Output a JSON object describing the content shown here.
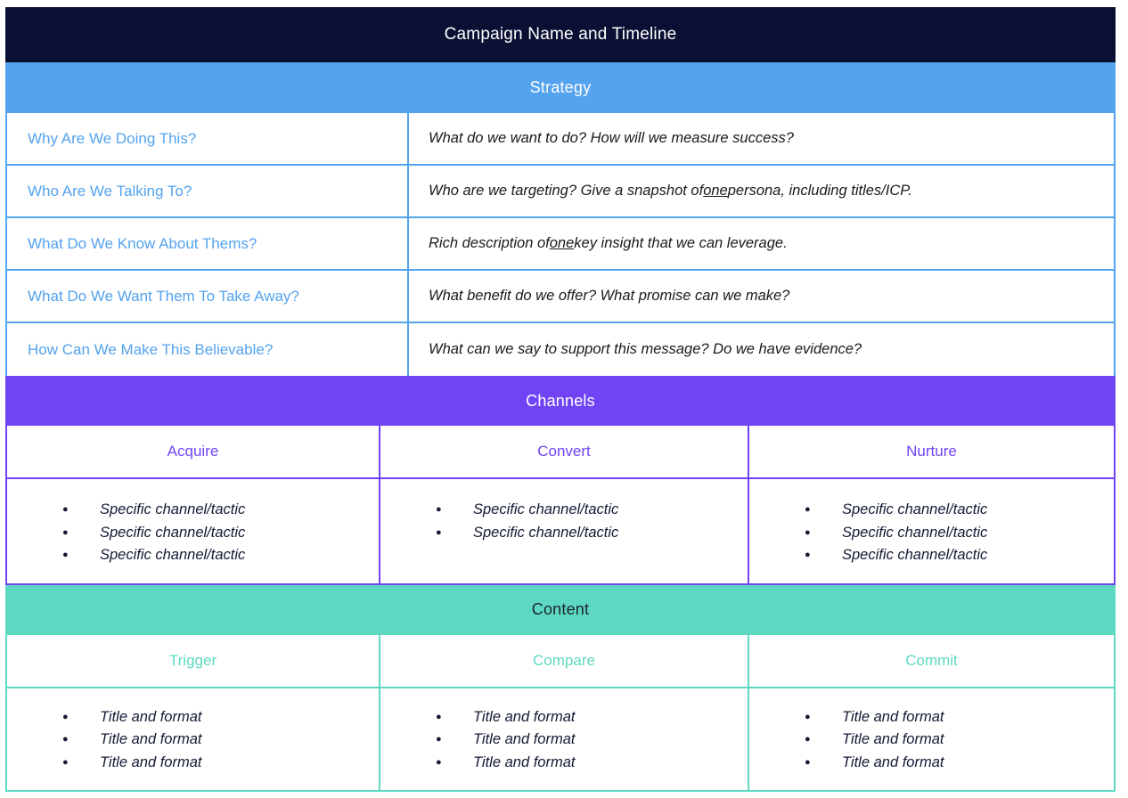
{
  "header": {
    "title": "Campaign Name and Timeline"
  },
  "strategy": {
    "banner_label": "Strategy",
    "rows": [
      {
        "question": "Why Are We Doing This?",
        "answer_before": "What do we want to do?  How will we measure success?",
        "answer_underline": "",
        "answer_after": ""
      },
      {
        "question": "Who Are We Talking To?",
        "answer_before": "Who are we targeting? Give a snapshot of ",
        "answer_underline": "one",
        "answer_after": " persona, including titles/ICP."
      },
      {
        "question": "What Do We Know About Thems?",
        "answer_before": "Rich description of ",
        "answer_underline": "one",
        "answer_after": " key insight that we can leverage."
      },
      {
        "question": "What Do We Want Them To Take Away?",
        "answer_before": "What benefit do we offer?  What promise can we make?",
        "answer_underline": "",
        "answer_after": ""
      },
      {
        "question": "How Can We Make This Believable?",
        "answer_before": "What can we say to support this message?  Do we have evidence?",
        "answer_underline": "",
        "answer_after": ""
      }
    ]
  },
  "channels": {
    "banner_label": "Channels",
    "accent_color": "#7044f5",
    "columns": [
      {
        "heading": "Acquire",
        "items": [
          "Specific channel/tactic",
          "Specific channel/tactic",
          "Specific channel/tactic"
        ]
      },
      {
        "heading": "Convert",
        "items": [
          "Specific channel/tactic",
          "Specific channel/tactic"
        ]
      },
      {
        "heading": "Nurture",
        "items": [
          "Specific channel/tactic",
          "Specific channel/tactic",
          "Specific channel/tactic"
        ]
      }
    ]
  },
  "content": {
    "banner_label": "Content",
    "accent_color": "#5dd9c1",
    "columns": [
      {
        "heading": "Trigger",
        "items": [
          "Title and format",
          "Title and format",
          "Title and format"
        ]
      },
      {
        "heading": "Compare",
        "items": [
          "Title and format",
          "Title and format",
          "Title and format"
        ]
      },
      {
        "heading": "Commit",
        "items": [
          "Title and format",
          "Title and format",
          "Title and format"
        ]
      }
    ]
  },
  "colors": {
    "title_bar": "#0a1033",
    "strategy": "#54a3ee",
    "channels": "#7044f5",
    "content": "#5dd9c1"
  }
}
